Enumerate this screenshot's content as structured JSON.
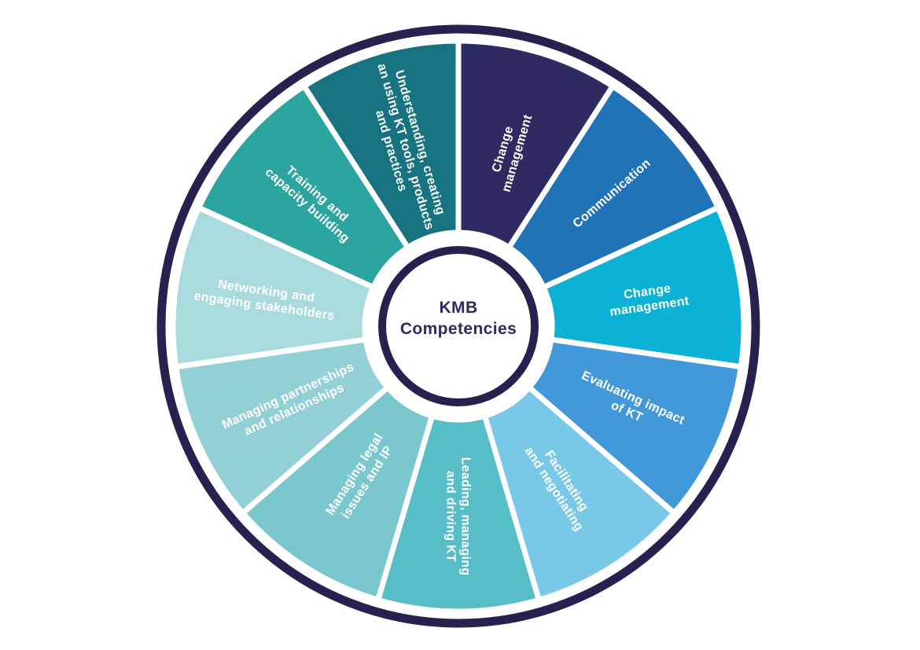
{
  "diagram": {
    "title": "KMB Competencies wheel",
    "center": {
      "title_lines": [
        "KMB",
        "Competencies"
      ],
      "text_color": "#2e2a62",
      "ring_color": "#272150",
      "fill": "#ffffff"
    },
    "outer_ring_color": "#272150",
    "separator_color": "#ffffff",
    "label_color": "#ffffff",
    "segments": [
      {
        "label": "Change management",
        "lines": [
          "Change",
          "management"
        ],
        "color": "#2e2a62"
      },
      {
        "label": "Communication",
        "lines": [
          "Communication"
        ],
        "color": "#2173b8"
      },
      {
        "label": "Change management",
        "lines": [
          "Change",
          "management"
        ],
        "color": "#0cb2d6"
      },
      {
        "label": "Evaluating impact of KT",
        "lines": [
          "Evaluating impact",
          "of KT"
        ],
        "color": "#4199d9"
      },
      {
        "label": "Facilitating and negotiating",
        "lines": [
          "Facilitating",
          "and negotiating"
        ],
        "color": "#79c8e7"
      },
      {
        "label": "Leading, managing and driving KT",
        "lines": [
          "Leading, managing",
          "and driving KT"
        ],
        "color": "#57bdc7"
      },
      {
        "label": "Managing legal issues and IP",
        "lines": [
          "Managing legal",
          "issues and IP"
        ],
        "color": "#7ac7ce"
      },
      {
        "label": "Managing partnerships and relationships",
        "lines": [
          "Managing partnerships",
          "and relationships"
        ],
        "color": "#93d0d5"
      },
      {
        "label": "Networking and engaging stakeholders",
        "lines": [
          "Networking and",
          "engaging stakeholders"
        ],
        "color": "#a9dade"
      },
      {
        "label": "Training and capacity building",
        "lines": [
          "Training and",
          "capacity building"
        ],
        "color": "#2ca49f"
      },
      {
        "label": "Understanding, creating an using KT tools, products and practices",
        "lines": [
          "Understanding, creating",
          "an using KT tools, products",
          "and practices"
        ],
        "color": "#177380"
      }
    ]
  }
}
